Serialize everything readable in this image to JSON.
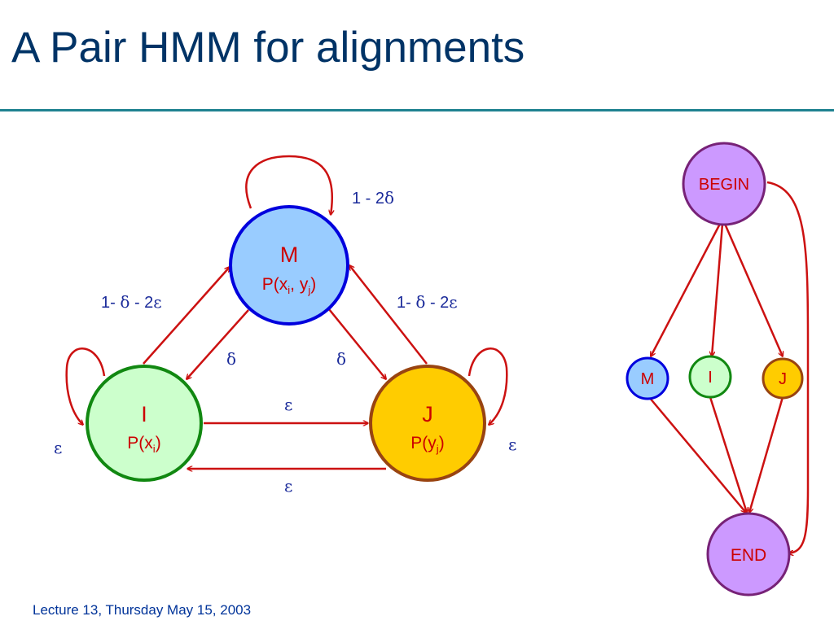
{
  "title": "A Pair HMM for alignments",
  "footer": "Lecture 13, Thursday May 15, 2003",
  "colors": {
    "title": "#003366",
    "rule": "#1e8290",
    "edge": "#cc1111",
    "label": "#1a2a9a",
    "state_M_fill": "#99ccff",
    "state_M_stroke": "#0000dd",
    "state_I_fill": "#ccffcc",
    "state_I_stroke": "#118811",
    "state_J_fill": "#ffcc00",
    "state_J_stroke": "#994411",
    "begin_end_fill": "#cc99ff",
    "begin_end_stroke": "#772277"
  },
  "main_graph": {
    "states": {
      "M": {
        "name": "M",
        "emit_prefix": "P(x",
        "emit_sub1": "i",
        "emit_mid": ", y",
        "emit_sub2": "j",
        "emit_suffix": ")"
      },
      "I": {
        "name": "I",
        "emit_prefix": "P(x",
        "emit_sub": "i",
        "emit_suffix": ")"
      },
      "J": {
        "name": "J",
        "emit_prefix": "P(y",
        "emit_sub": "j",
        "emit_suffix": ")"
      }
    },
    "labels": {
      "m_self": {
        "prefix": "1 - 2",
        "greek": "δ"
      },
      "i_to_m": {
        "a": "1- ",
        "g1": "δ",
        "b": " - 2",
        "g2": "ε"
      },
      "j_to_m": {
        "a": "1- ",
        "g1": "δ",
        "b": " - 2",
        "g2": "ε"
      },
      "m_to_i": "δ",
      "m_to_j": "δ",
      "i_to_j": "ε",
      "j_to_i": "ε",
      "i_self": "ε",
      "j_self": "ε"
    }
  },
  "side_graph": {
    "begin": "BEGIN",
    "end": "END",
    "m": "M",
    "i": "I",
    "j": "J"
  }
}
